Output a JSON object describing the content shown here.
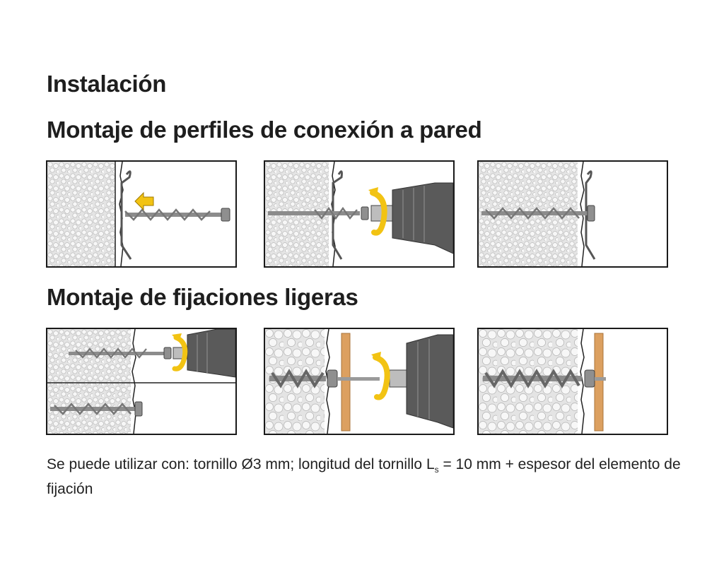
{
  "page": {
    "title": "Instalación",
    "section1_heading": "Montaje de perfiles de conexión a pared",
    "section2_heading": "Montaje de fijaciones ligeras",
    "note_part1": "Se puede utilizar con: tornillo Ø3 mm; longitud del tornillo L",
    "note_sub": "s",
    "note_part2": " = 10 mm + espesor del elemento de fijación"
  },
  "colors": {
    "accent_yellow": "#f2c313",
    "insulation_bg": "#e4e4e4",
    "pebble_fill": "#f7f7f7",
    "screw_gray": "#8c8c8c",
    "drill_dark": "#4a4a4a",
    "wood": "#dca060"
  },
  "icons": {
    "arrow": "yellow-insert-arrow-icon",
    "rotation": "yellow-rotation-arrow-icon",
    "drill": "power-drill-icon"
  }
}
